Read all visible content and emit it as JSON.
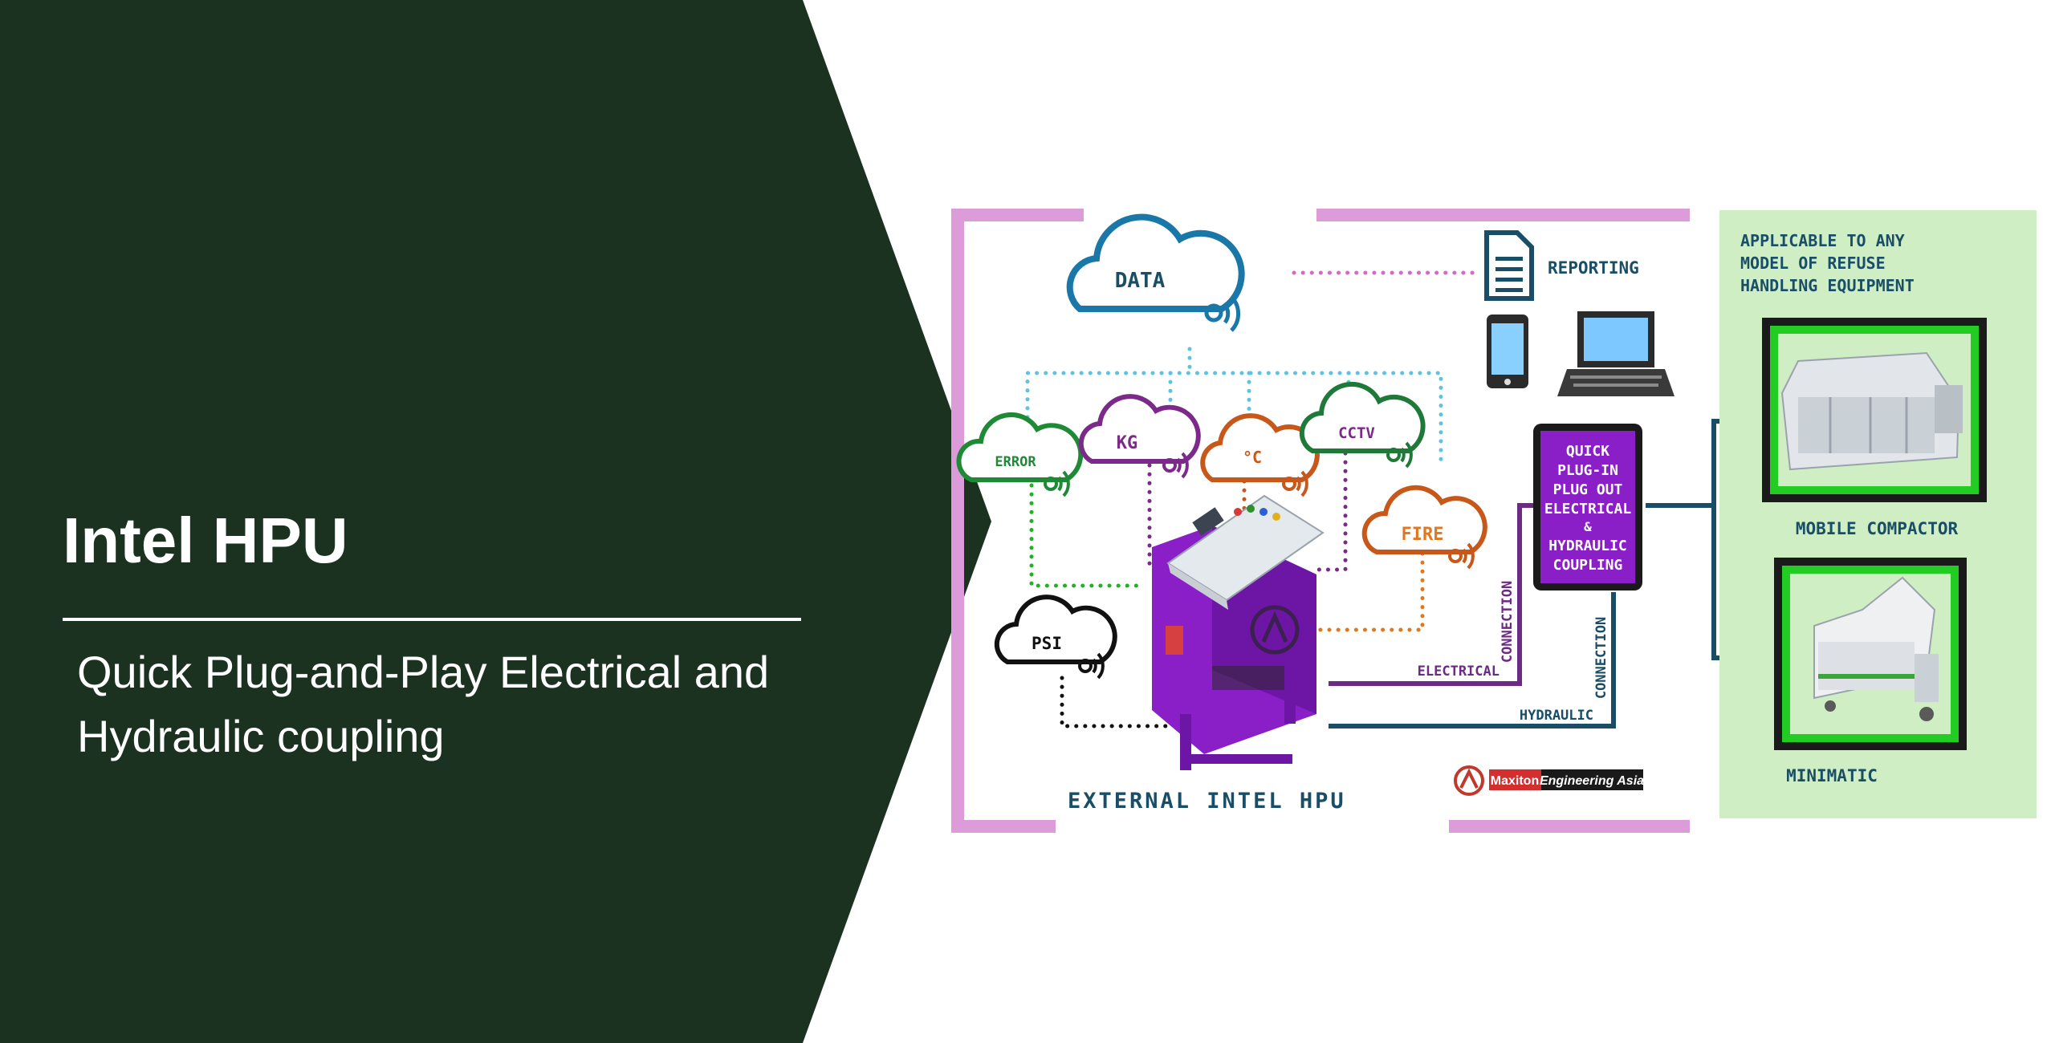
{
  "slide": {
    "title": "Intel HPU",
    "subtitle": "Quick Plug-and-Play Electrical and Hydraulic coupling"
  },
  "colors": {
    "panel": "#1b3220",
    "frame_pink": "#dc9bd9",
    "navy": "#1a4e66",
    "purple": "#8a1fc8",
    "green_panel": "#cfeec4"
  },
  "diagram": {
    "clouds": {
      "data": "DATA",
      "error": "ERROR",
      "kg": "KG",
      "celsius": "°C",
      "cctv": "CCTV",
      "fire": "FIRE",
      "psi": "PSI"
    },
    "reporting": "REPORTING",
    "coupling_box": [
      "QUICK",
      "PLUG-IN",
      "PLUG OUT",
      "ELECTRICAL",
      "&",
      "HYDRAULIC",
      "COUPLING"
    ],
    "connection": "CONNECTION",
    "electrical": "ELECTRICAL",
    "hydraulic": "HYDRAULIC",
    "frame_caption": "EXTERNAL INTEL HPU",
    "logo_brand": "Maxiton",
    "logo_text": "Engineering Asia",
    "applicable": [
      "APPLICABLE TO ANY",
      "MODEL OF REFUSE",
      "HANDLING EQUIPMENT"
    ],
    "mobile_compactor": "MOBILE COMPACTOR",
    "minimatic": "MINIMATIC"
  }
}
